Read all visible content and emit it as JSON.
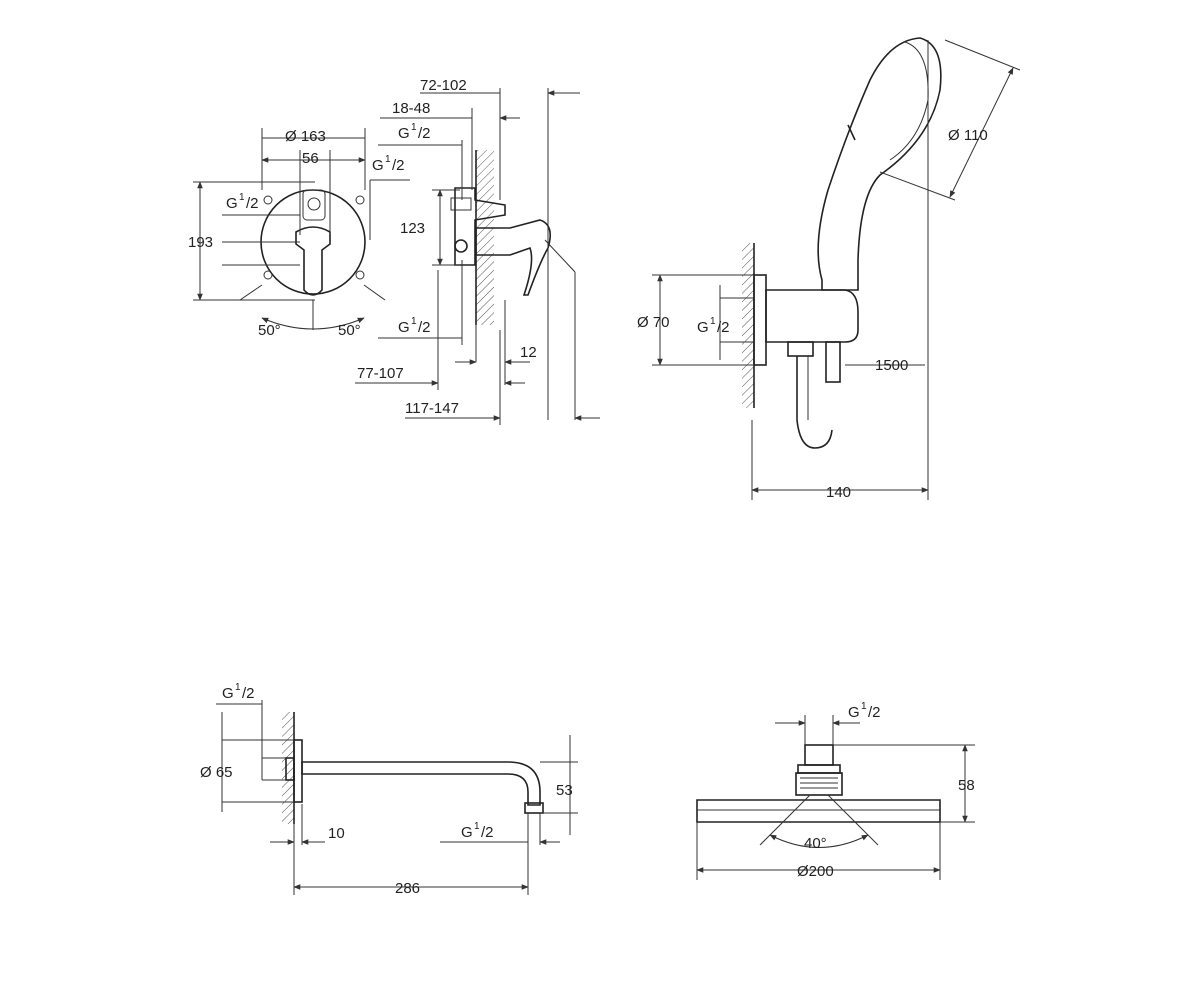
{
  "mixer": {
    "dim_72_102": "72-102",
    "dim_18_48": "18-48",
    "g_top_main": "G",
    "g_top_sup": "1",
    "g_top_frac": "/2",
    "dim_d163": "Ø 163",
    "dim_56": "56",
    "g_right_main": "G",
    "g_right_sup": "1",
    "g_right_frac": "/2",
    "g_left_main": "G",
    "g_left_sup": "1",
    "g_left_frac": "/2",
    "dim_193": "193",
    "dim_123": "123",
    "angle_left": "50°",
    "angle_right": "50°",
    "g_bottom_main": "G",
    "g_bottom_sup": "1",
    "g_bottom_frac": "/2",
    "dim_12": "12",
    "dim_77_107": "77-107",
    "dim_117_147": "117-147"
  },
  "handshower": {
    "dim_d110": "Ø 110",
    "dim_d70": "Ø 70",
    "g_main": "G",
    "g_sup": "1",
    "g_frac": "/2",
    "dim_1500": "1500",
    "dim_140": "140"
  },
  "arm": {
    "g_top_main": "G",
    "g_top_sup": "1",
    "g_top_frac": "/2",
    "dim_d65": "Ø 65",
    "dim_53": "53",
    "dim_10": "10",
    "g_outlet_main": "G",
    "g_outlet_sup": "1",
    "g_outlet_frac": "/2",
    "dim_286": "286"
  },
  "headshower": {
    "g_main": "G",
    "g_sup": "1",
    "g_frac": "/2",
    "dim_58": "58",
    "angle": "40°",
    "dim_d200": "Ø200"
  }
}
